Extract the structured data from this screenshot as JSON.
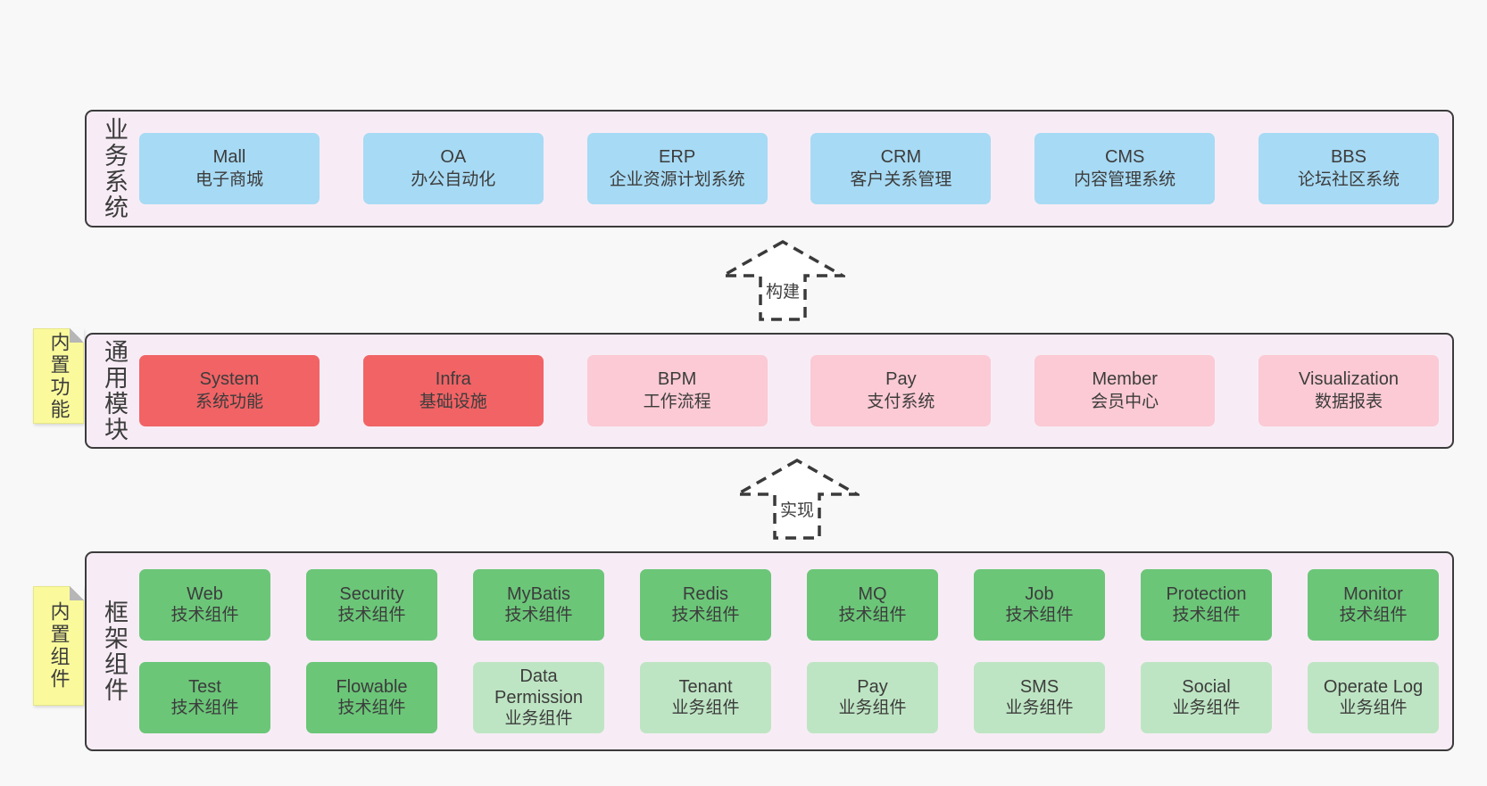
{
  "colors": {
    "page_bg": "#f8f8f8",
    "panel_bg": "#f7ecf5",
    "panel_border": "#3b3b3b",
    "blue_box": "#a7daf4",
    "red_box": "#f16365",
    "pink_box": "#fbcad4",
    "green_box": "#6bc678",
    "light_green_box": "#bee5c3",
    "sticky_yellow": "#fafa9c",
    "text": "#3c3c3c"
  },
  "panels": [
    {
      "label": "业务系统",
      "boxes": [
        {
          "name": "Mall",
          "subtitle": "电子商城"
        },
        {
          "name": "OA",
          "subtitle": "办公自动化"
        },
        {
          "name": "ERP",
          "subtitle": "企业资源计划系统"
        },
        {
          "name": "CRM",
          "subtitle": "客户关系管理"
        },
        {
          "name": "CMS",
          "subtitle": "内容管理系统"
        },
        {
          "name": "BBS",
          "subtitle": "论坛社区系统"
        }
      ]
    },
    {
      "label": "通用模块",
      "tag": "内置功能",
      "boxes": [
        {
          "name": "System",
          "subtitle": "系统功能"
        },
        {
          "name": "Infra",
          "subtitle": "基础设施"
        },
        {
          "name": "BPM",
          "subtitle": "工作流程"
        },
        {
          "name": "Pay",
          "subtitle": "支付系统"
        },
        {
          "name": "Member",
          "subtitle": "会员中心"
        },
        {
          "name": "Visualization",
          "subtitle": "数据报表"
        }
      ]
    },
    {
      "label": "框架组件",
      "tag": "内置组件",
      "rows": [
        [
          {
            "name": "Web",
            "subtitle": "技术组件"
          },
          {
            "name": "Security",
            "subtitle": "技术组件"
          },
          {
            "name": "MyBatis",
            "subtitle": "技术组件"
          },
          {
            "name": "Redis",
            "subtitle": "技术组件"
          },
          {
            "name": "MQ",
            "subtitle": "技术组件"
          },
          {
            "name": "Job",
            "subtitle": "技术组件"
          },
          {
            "name": "Protection",
            "subtitle": "技术组件"
          },
          {
            "name": "Monitor",
            "subtitle": "技术组件"
          }
        ],
        [
          {
            "name": "Test",
            "subtitle": "技术组件"
          },
          {
            "name": "Flowable",
            "subtitle": "技术组件"
          },
          {
            "name": "Data Permission",
            "subtitle": "业务组件"
          },
          {
            "name": "Tenant",
            "subtitle": "业务组件"
          },
          {
            "name": "Pay",
            "subtitle": "业务组件"
          },
          {
            "name": "SMS",
            "subtitle": "业务组件"
          },
          {
            "name": "Social",
            "subtitle": "业务组件"
          },
          {
            "name": "Operate Log",
            "subtitle": "业务组件"
          }
        ]
      ]
    }
  ],
  "arrows": [
    {
      "label": "构建"
    },
    {
      "label": "实现"
    }
  ]
}
